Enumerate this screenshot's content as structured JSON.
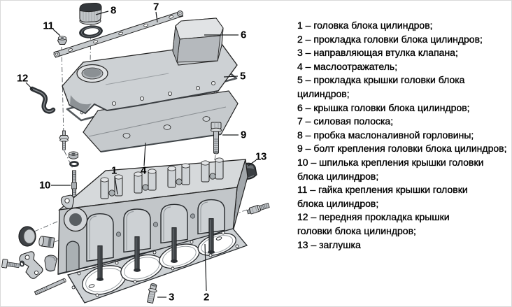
{
  "palette": {
    "background": "#ffffff",
    "frame_border": "#d9d9d9",
    "text": "#000000",
    "outline": "#1b1d1f",
    "part_light": "#dfe2e4",
    "part_mid": "#c2c6c9",
    "part_shade": "#9aa0a4",
    "part_dark": "#3a3f43"
  },
  "diagram": {
    "callouts": [
      "1",
      "2",
      "3",
      "4",
      "5",
      "6",
      "7",
      "8",
      "9",
      "10",
      "11",
      "12",
      "13"
    ]
  },
  "legend": {
    "items": [
      "1 – головка блока цилиндров;",
      "2 – прокладка головки блока цилиндров;",
      "3 – направляющая втулка клапана;",
      "4 – маслоотражатель;",
      "5 – прокладка крышки головки блока\nцилиндров;",
      "6 – крышка головки блока цилиндров;",
      "7 – силовая полоска;",
      "8 – пробка маслоналивной горловины;",
      "9 – болт крепления головки блока цилиндров;",
      "10 – шпилька крепления крышки головки\nблока цилиндров;",
      "11 – гайка крепления крышки головки\nблока цилиндров;",
      "12 – передняя прокладка крышки\nголовки блока цилиндров;",
      "13 – заглушка"
    ]
  }
}
